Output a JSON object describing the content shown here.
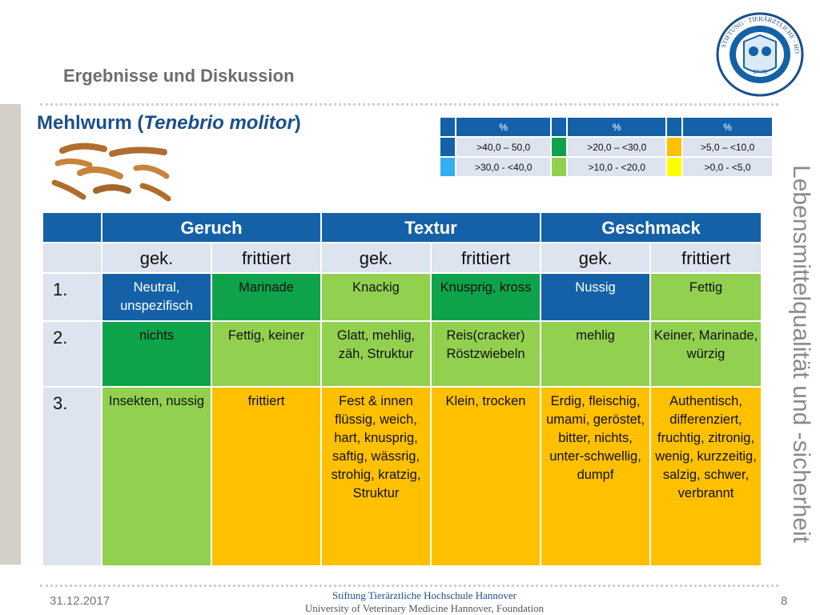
{
  "header": {
    "section_title": "Ergebnisse und Diskussion",
    "subtitle_prefix": "Mehlwurm (",
    "subtitle_species": "Tenebrio molitor",
    "subtitle_suffix": ")",
    "vertical_text": "Lebensmittelqualität und -sicherheit",
    "logo_text": "STIFTUNG TIERÄRZTLICHE HOCHSCHULE HANNOVER 17 78"
  },
  "colors": {
    "blue": "#1461a8",
    "dark_green": "#0ea24a",
    "light_blue": "#33aef0",
    "light_green": "#92d050",
    "orange": "#ffc000",
    "yellow": "#ffff00",
    "light_row": "#dde3ef"
  },
  "legend": {
    "header": [
      "%",
      "%",
      "%"
    ],
    "rows": [
      [
        ">40,0 – 50,0",
        ">20,0 – <30,0",
        ">5,0 – <10,0"
      ],
      [
        ">30,0 - <40,0",
        ">10,0 - <20,0",
        ">0,0 - <5,0"
      ]
    ]
  },
  "table": {
    "groups": [
      "Geruch",
      "Textur",
      "Geschmack"
    ],
    "methods": [
      "gek.",
      "frittiert",
      "gek.",
      "frittiert",
      "gek.",
      "frittiert"
    ],
    "rows": [
      {
        "rank": "1.",
        "cells": [
          "Neutral, unspezifisch",
          "Marinade",
          "Knackig",
          "Knusprig, kross",
          "Nussig",
          "Fettig"
        ],
        "colors": [
          "blue",
          "dark_green",
          "light_green",
          "dark_green",
          "blue",
          "light_green"
        ]
      },
      {
        "rank": "2.",
        "cells": [
          "nichts",
          "Fettig, keiner",
          "Glatt, mehlig, zäh, Struktur",
          "Reis(cracker) Röstzwiebeln",
          "mehlig",
          "Keiner, Marinade, würzig"
        ],
        "colors": [
          "dark_green",
          "light_green",
          "light_green",
          "light_green",
          "light_green",
          "light_green"
        ]
      },
      {
        "rank": "3.",
        "cells": [
          "Insekten, nussig",
          "frittiert",
          "Fest & innen flüssig, weich, hart, knusprig, saftig, wässrig, strohig, kratzig, Struktur",
          "Klein, trocken",
          "Erdig, fleischig, umami, geröstet, bitter, nichts, unter-schwellig, dumpf",
          "Authentisch, differenziert, fruchtig, zitronig, wenig, kurzzeitig, salzig, schwer, verbrannt"
        ],
        "colors": [
          "light_green",
          "orange",
          "orange",
          "orange",
          "orange",
          "orange"
        ]
      }
    ]
  },
  "footer": {
    "date": "31.12.2017",
    "line1": "Stiftung Tierärztliche Hochschule Hannover",
    "line2": "University of Veterinary Medicine Hannover, Foundation",
    "page": "8"
  }
}
